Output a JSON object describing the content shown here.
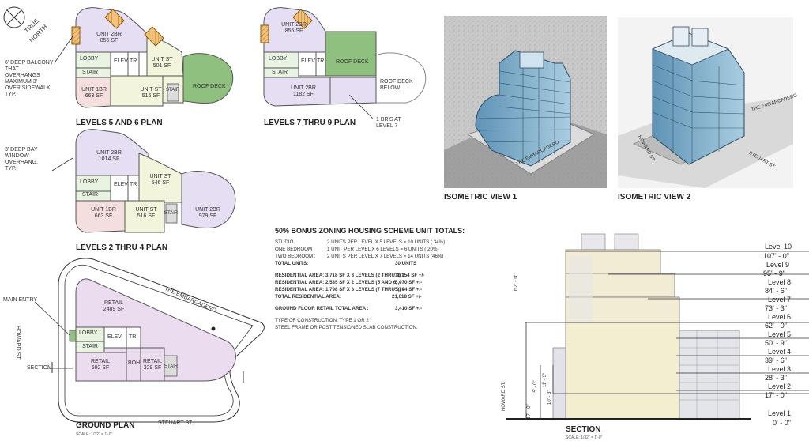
{
  "north": {
    "line1": "TRUE",
    "line2": "NORTH"
  },
  "plans": {
    "l56": {
      "title": "LEVELS 5 AND 6 PLAN",
      "unit_2br": "UNIT 2BR",
      "unit_2br_sf": "855 SF",
      "lobby": "LOBBY",
      "elev": "ELEV",
      "tr": "TR",
      "stair": "STAIR",
      "unit_st_a": "UNIT ST",
      "unit_st_a_sf": "501 SF",
      "unit_1br": "UNIT 1BR",
      "unit_1br_sf": "663 SF",
      "unit_st_b": "UNIT ST",
      "unit_st_b_sf": "516 SF",
      "stair2": "STAIR",
      "roof_deck": "ROOF DECK",
      "balcony_note": "6' DEEP BALCONY\nTHAT\nOVERHANGS\nMAXIMUM 3'\nOVER SIDEWALK,\nTYP."
    },
    "l79": {
      "title": "LEVELS 7 THRU 9 PLAN",
      "unit_2br_a": "UNIT 2BR",
      "unit_2br_a_sf": "855 SF",
      "lobby": "LOBBY",
      "elev": "ELEV",
      "tr": "TR",
      "stair": "STAIR",
      "roof_deck": "ROOF DECK",
      "unit_2br_b": "UNIT 2BR",
      "unit_2br_b_sf": "1182 SF",
      "roof_deck_below": "ROOF DECK\nBELOW",
      "br_note": "1 BR'S AT\nLEVEL 7"
    },
    "l24": {
      "title": "LEVELS 2 THRU 4 PLAN",
      "bay_note": "3' DEEP BAY\nWINDOW\nOVERHANG,\nTYP.",
      "unit_2br_a": "UNIT 2BR",
      "unit_2br_a_sf": "1014 SF",
      "lobby": "LOBBY",
      "elev": "ELEV",
      "tr": "TR",
      "stair": "STAIR",
      "unit_st_a": "UNIT ST",
      "unit_st_a_sf": "546 SF",
      "unit_1br": "UNIT 1BR",
      "unit_1br_sf": "663 SF",
      "unit_st_b": "UNIT ST",
      "unit_st_b_sf": "516 SF",
      "stair2": "STAIR",
      "unit_2br_b": "UNIT 2BR",
      "unit_2br_b_sf": "979 SF"
    },
    "ground": {
      "title": "GROUND PLAN",
      "scale": "SCALE: 1/32\" = 1'-0\"",
      "retail_a": "RETAIL",
      "retail_a_sf": "2489 SF",
      "lobby": "LOBBY",
      "elev": "ELEV",
      "tr": "TR",
      "stair": "STAIR",
      "retail_b": "RETAIL",
      "retail_b_sf": "592 SF",
      "boh": "BOH",
      "retail_c": "RETAIL",
      "retail_c_sf": "329 SF",
      "stair2": "STAIR",
      "main_entry": "MAIN ENTRY",
      "howard": "HOWARD ST.",
      "section": "SECTION",
      "embarcadero": "THE EMBARCADERO",
      "steuart": "STEUART ST."
    }
  },
  "views": {
    "iso1": {
      "title": "ISOMETRIC VIEW 1",
      "street": "THE EMBARCADERO"
    },
    "iso2": {
      "title": "ISOMETRIC VIEW 2",
      "street1": "THE EMBARCADERO",
      "street2": "HOWARD ST.",
      "street3": "STEUART ST."
    }
  },
  "totals": {
    "heading": "50% BONUS ZONING HOUSING SCHEME UNIT TOTALS:",
    "rows": [
      {
        "a": "STUDIO",
        "b": "2 UNITS PER LEVEL X 5 LEVELS = 10 UNITS ( 34%)"
      },
      {
        "a": "ONE BEDROOM",
        "b": "1 UNIT  PER LEVEL X 6 LEVELS =  6 UNITS ( 20%)"
      },
      {
        "a": "TWO BEDROOM :",
        "b": "2 UNITS PER LEVEL X 7 LEVELS = 14 UNITS (46%)"
      }
    ],
    "total_units_label": "TOTAL UNITS:",
    "total_units_value": "30 UNITS",
    "res_rows": [
      {
        "a": "RESIDENTIAL AREA: 3,718 SF X 3 LEVELS (2 THRU 4) =",
        "v": "11,154 SF +/-"
      },
      {
        "a": "RESIDENTIAL AREA: 2,535 SF X 2 LEVELS (5 AND 6)  =",
        "v": "5,070 SF +/-"
      },
      {
        "a": "RESIDENTIAL AREA: 1,798 SF X 3 LEVELS (7 THRU 9) =",
        "v": "5,394 SF +/-"
      }
    ],
    "total_res_label": "TOTAL RESIDENTIAL AREA:",
    "total_res_value": "21,618 SF +/-",
    "ground_label": "GROUND FLOOR RETAIL TOTAL AREA :",
    "ground_value": "3,410 SF +/-",
    "construction1": "TYPE OF CONSTRUCTION: TYPE 1 OR 2 ;",
    "construction2": "STEEL FRAME OR POST TENSIONED SLAB CONSTRUCTION."
  },
  "section": {
    "title": "SECTION",
    "scale": "SCALE: 1/32\" = 1'-0\"",
    "street": "HOWARD ST.",
    "overall": "62' - 0\"",
    "dim_a": "17' - 0\"",
    "dim_b": "15' - 0\"",
    "dim_c": "11' - 3\"",
    "dim_d": "10' - 3\"",
    "levels": [
      {
        "name": "Level 10",
        "elev": "107' - 0\""
      },
      {
        "name": "Level 9",
        "elev": "95' - 9\""
      },
      {
        "name": "Level 8",
        "elev": "84' - 6\""
      },
      {
        "name": "Level 7",
        "elev": "73' - 3\""
      },
      {
        "name": "Level 6",
        "elev": "62' - 0\""
      },
      {
        "name": "Level 5",
        "elev": "50' - 9\""
      },
      {
        "name": "Level 4",
        "elev": "39' - 6\""
      },
      {
        "name": "Level 3",
        "elev": "28' - 3\""
      },
      {
        "name": "Level 2",
        "elev": "17' - 0\""
      },
      {
        "name": "Level 1",
        "elev": "0' - 0\""
      }
    ]
  },
  "colors": {
    "unit2br": "#e6def3",
    "lobby": "#e8f3e2",
    "unit1br": "#f5dede",
    "studio": "#f3f4dc",
    "roofdeck": "#8fc07f",
    "retail": "#ecdcef",
    "hatch": "#f0b860",
    "glass": "#6fa8c8"
  }
}
